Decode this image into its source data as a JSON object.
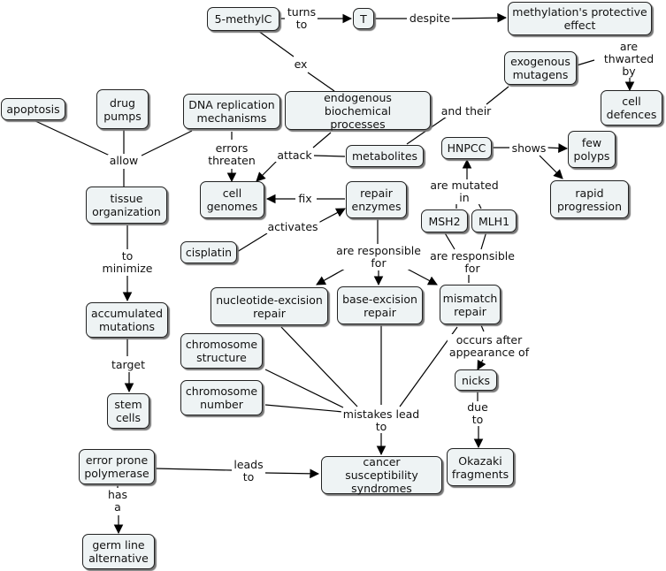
{
  "nodes": {
    "methylc": "5-methylC",
    "t": "T",
    "methylation": "methylation's protective\neffect",
    "exogenous": "exogenous\nmutagens",
    "cell_defences": "cell\ndefences",
    "apoptosis": "apoptosis",
    "drug_pumps": "drug\npumps",
    "dna_replication": "DNA replication\nmechanisms",
    "endogenous": "endogenous biochemical\nprocesses",
    "metabolites": "metabolites",
    "hnpcc": "HNPCC",
    "few_polyps": "few\npolyps",
    "rapid_progression": "rapid\nprogression",
    "tissue_org": "tissue\norganization",
    "cell_genomes": "cell\ngenomes",
    "repair_enzymes": "repair\nenzymes",
    "msh2": "MSH2",
    "mlh1": "MLH1",
    "cisplatin": "cisplatin",
    "accum_mut": "accumulated\nmutations",
    "ner": "nucleotide-excision\nrepair",
    "ber": "base-excision\nrepair",
    "mismatch": "mismatch\nrepair",
    "chrom_structure": "chromosome\nstructure",
    "chrom_number": "chromosome\nnumber",
    "stem_cells": "stem\ncells",
    "nicks": "nicks",
    "error_prone": "error prone\npolymerase",
    "cancer_synd": "cancer susceptibility\nsyndromes",
    "okazaki": "Okazaki\nfragments",
    "germ_line": "germ line\nalternative"
  },
  "links": {
    "turns_to": "turns\nto",
    "despite": "despite",
    "ex": "ex",
    "thwarted": "are thwarted\nby",
    "and_their": "and their",
    "allow": "allow",
    "errors_threaten": "errors\nthreaten",
    "attack": "attack",
    "shows": "shows",
    "mutated_in": "are mutated\nin",
    "fix": "fix",
    "activates": "activates",
    "resp_for_1": "are responsible\nfor",
    "resp_for_2": "are responsible\nfor",
    "to_minimize": "to\nminimize",
    "target": "target",
    "occurs_after": "occurs after\nappearance of",
    "due_to": "due\nto",
    "mistakes_lead": "mistakes lead\nto",
    "leads_to": "leads\nto",
    "has_a": "has\na"
  }
}
